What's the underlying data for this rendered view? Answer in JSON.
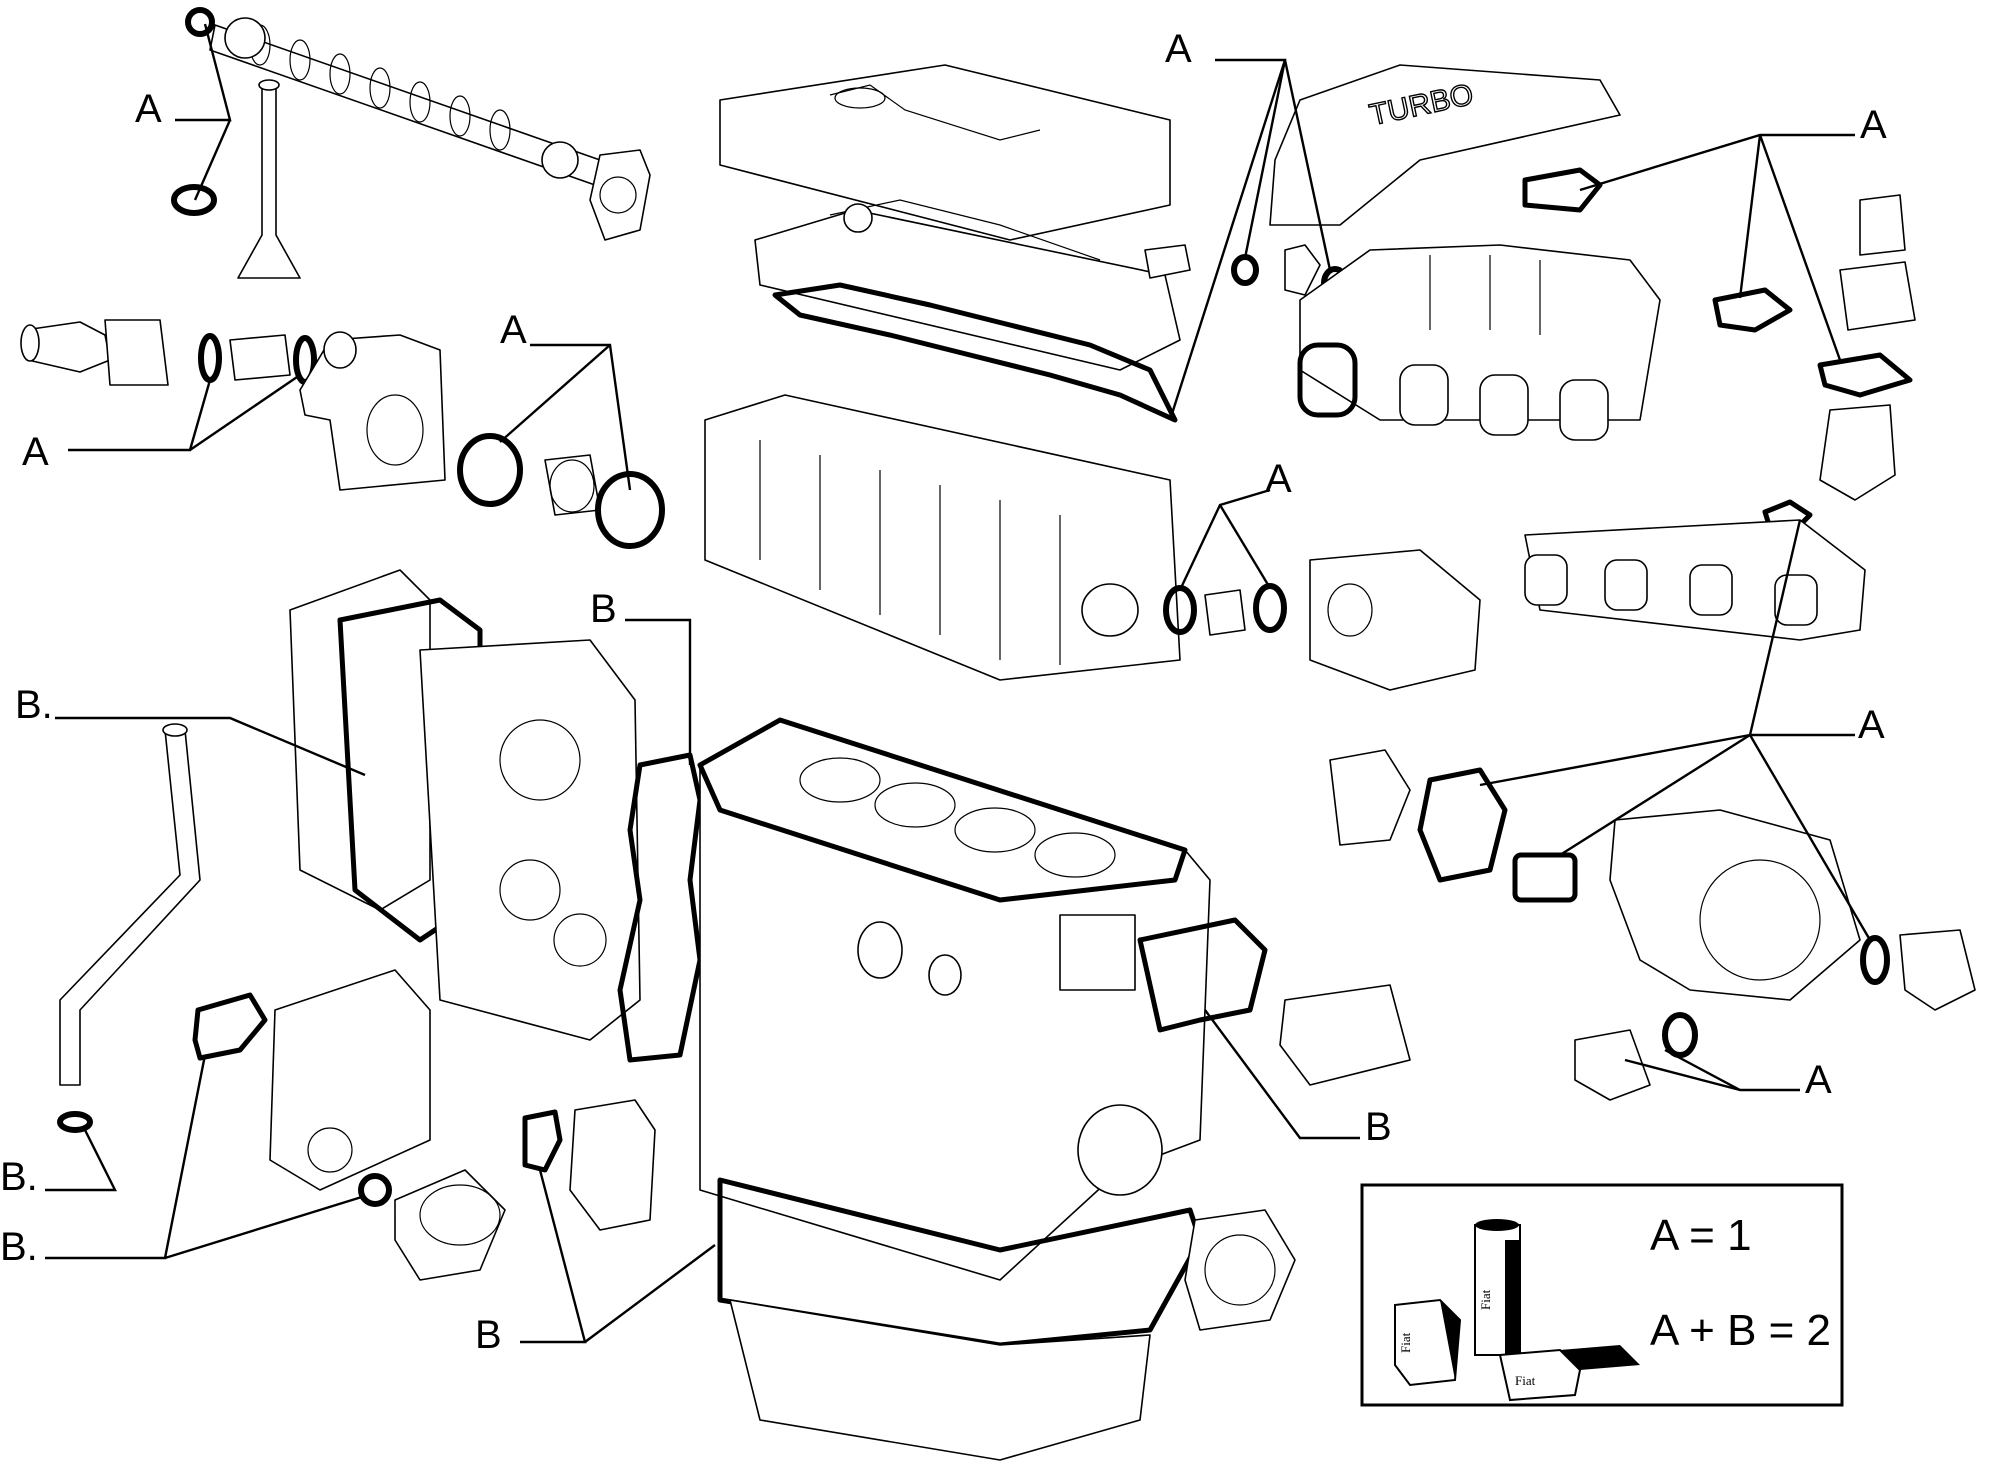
{
  "diagram": {
    "callouts": {
      "a1": "A",
      "a2": "A",
      "a3": "A",
      "a4": "A",
      "a5": "A",
      "a6": "A",
      "a7": "A",
      "a8": "A",
      "b1": "B",
      "b2": "B.",
      "b3": "B.",
      "b4": "B.",
      "b5": "B",
      "b6": "B"
    },
    "part_marks": {
      "turbo_pipe": "TURBO",
      "kit_can": "Fiat",
      "kit_box_left": "Fiat",
      "kit_box_right": "Fiat"
    },
    "legend": {
      "line_a": "A = 1",
      "line_ab": "A + B = 2"
    }
  }
}
